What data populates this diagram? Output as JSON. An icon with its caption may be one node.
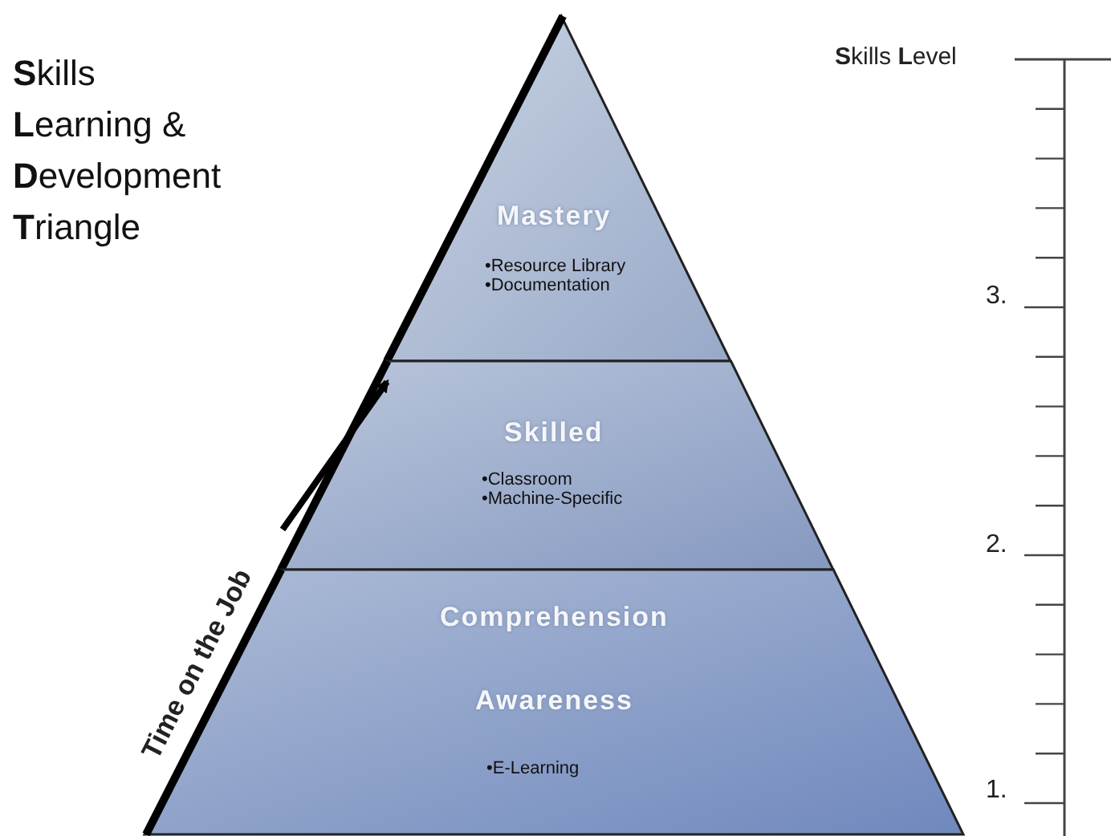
{
  "diagram": {
    "title": "**S**kills **L**earning & **D**evelopment **T**riangle",
    "nodes": [
      {
        "text": [
          "Mastery",
          "•Resource Library •Documentation"
        ]
      },
      {
        "text": [
          "Skilled",
          "•Classroom •Machine-Specific"
        ]
      },
      {
        "text": [
          "Comprehension",
          "Awareness",
          "•E-Learning"
        ]
      }
    ],
    "edges": [],
    "labels": [
      "**S**kills **L**evel",
      "3.",
      "2.",
      "1.",
      "Time on the Job"
    ]
  }
}
